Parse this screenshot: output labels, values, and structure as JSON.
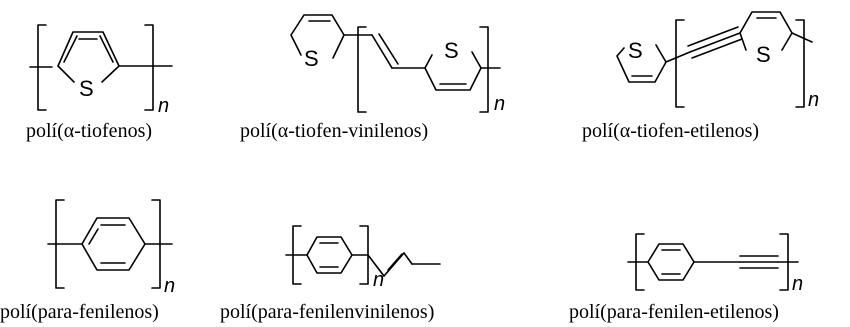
{
  "labels": {
    "c1": "polí(α-tiofenos)",
    "c2": "polí(α-tiofen-vinilenos)",
    "c3": "polí(α-tiofen-etilenos)",
    "c4": "polí(para-fenilenos)",
    "c5": "polí(para-fenilenvinilenos)",
    "c6": "polí(para-fenilen-etilenos)"
  },
  "atoms": {
    "sulfur": "S",
    "repeat": "n"
  },
  "colors": {
    "ink": "#000000",
    "background": "#ffffff"
  }
}
